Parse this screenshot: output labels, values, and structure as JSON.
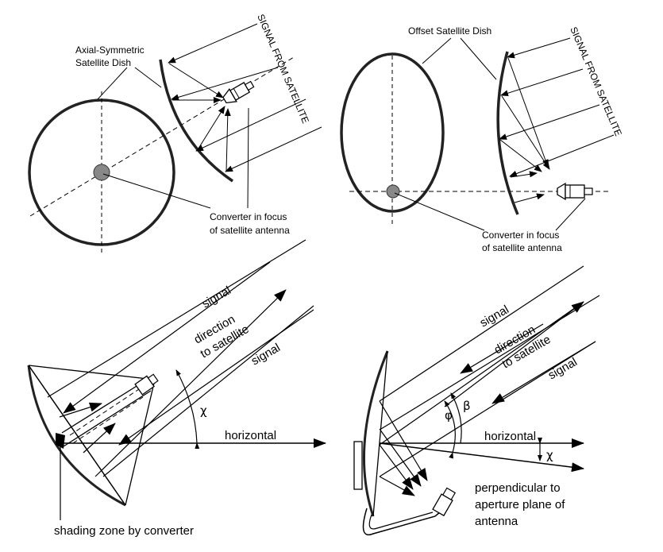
{
  "top_left": {
    "dish_label_line1": "Axial-Symmetric",
    "dish_label_line2": "Satellite Dish",
    "signal_label": "SIGNAL FROM SATELLITE",
    "converter_line1": "Converter in focus",
    "converter_line2": "of satellite antenna"
  },
  "top_right": {
    "dish_label": "Offset Satellite Dish",
    "signal_label": "SIGNAL FROM SATELLITE",
    "converter_line1": "Converter in focus",
    "converter_line2": "of satellite antenna"
  },
  "bottom_left": {
    "signal_upper": "signal",
    "direction_line1": "direction",
    "direction_line2": "to satellite",
    "signal_lower": "signal",
    "angle_chi": "χ",
    "horizontal": "horizontal",
    "shading": "shading zone by converter"
  },
  "bottom_right": {
    "signal_upper": "signal",
    "direction_line1": "direction",
    "direction_line2": "to satellite",
    "signal_lower": "signal",
    "angle_phi": "φ",
    "angle_beta": "β",
    "horizontal": "horizontal",
    "angle_chi": "χ",
    "perp_line1": "perpendicular to",
    "perp_line2": "aperture plane of",
    "perp_line3": "antenna"
  }
}
